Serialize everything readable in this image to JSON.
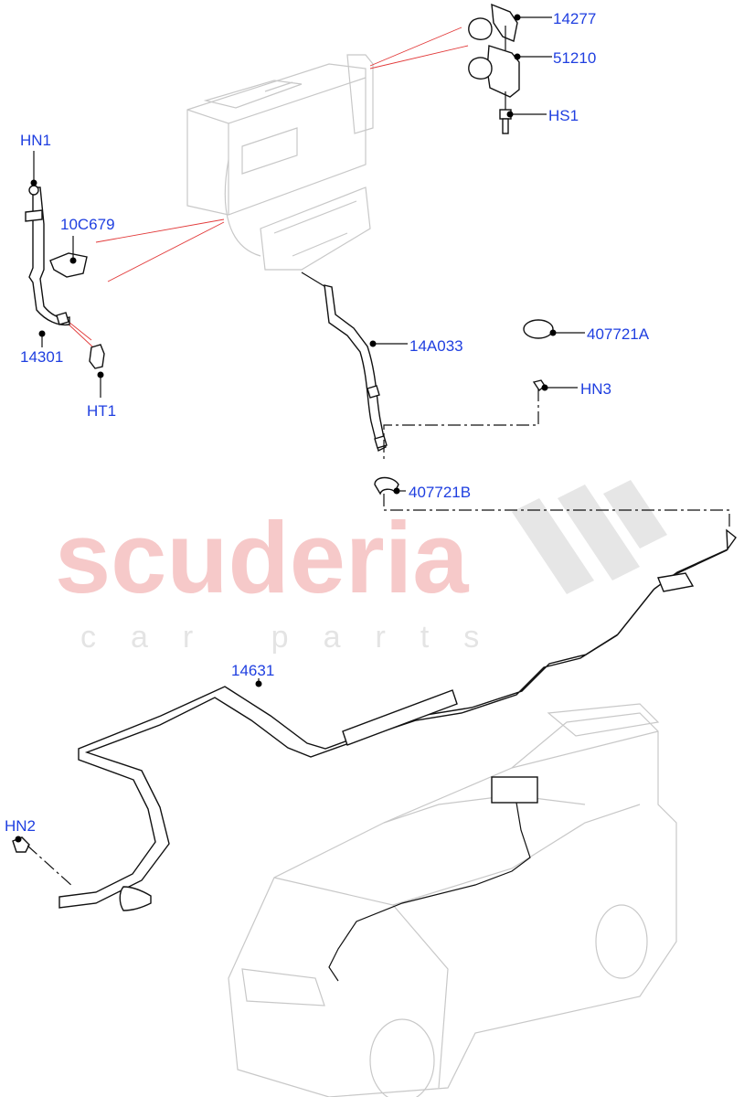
{
  "watermark": {
    "line1": "scuderia",
    "line2": "car parts"
  },
  "colors": {
    "label": "#1f3fe0",
    "reference_line": "#e23a3a",
    "watermark": "#f6c9c9"
  },
  "callouts": [
    {
      "id": "14277",
      "label": "14277"
    },
    {
      "id": "51210",
      "label": "51210"
    },
    {
      "id": "HS1",
      "label": "HS1"
    },
    {
      "id": "HN1",
      "label": "HN1"
    },
    {
      "id": "10C679",
      "label": "10C679"
    },
    {
      "id": "14301",
      "label": "14301"
    },
    {
      "id": "HT1",
      "label": "HT1"
    },
    {
      "id": "14A033",
      "label": "14A033"
    },
    {
      "id": "407721A",
      "label": "407721A"
    },
    {
      "id": "HN3",
      "label": "HN3"
    },
    {
      "id": "407721B",
      "label": "407721B"
    },
    {
      "id": "14631",
      "label": "14631"
    },
    {
      "id": "HN2",
      "label": "HN2"
    }
  ]
}
